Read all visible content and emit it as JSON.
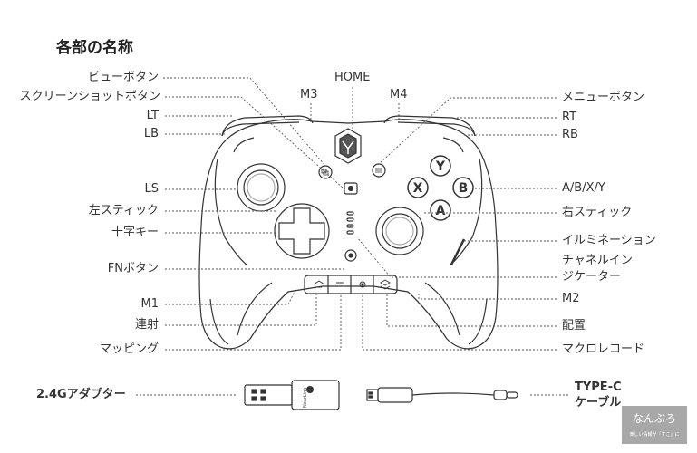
{
  "title": "各部の名称",
  "labels": {
    "view_button": "ビューボタン",
    "screenshot_button": "スクリーンショットボタン",
    "lt": "LT",
    "lb": "LB",
    "m3": "M3",
    "home": "HOME",
    "m4": "M4",
    "menu_button": "メニューボタン",
    "rt": "RT",
    "rb": "RB",
    "ls": "LS",
    "left_stick": "左スティック",
    "dpad": "十字キー",
    "fn_button": "FNボタン",
    "m1": "M1",
    "turbo": "連射",
    "mapping": "マッピング",
    "abxy": "A/B/X/Y",
    "right_stick": "右スティック",
    "illumination": "イルミネーション",
    "channel_indicator_line1": "チャネルイン",
    "channel_indicator_line2": "ジケーター",
    "m2": "M2",
    "layout": "配置",
    "macro_record": "マクロレコード",
    "adapter": "2.4Gアダプター",
    "cable_line1": "TYPE-C",
    "cable_line2": "ケーブル"
  },
  "buttons": {
    "y": "Y",
    "x": "X",
    "b": "B",
    "a": "A"
  },
  "dongle_brand": "NearLink",
  "watermark": {
    "line1": "なんぶろ",
    "line2": "楽しい情報が「すこ」に"
  },
  "colors": {
    "line": "#333333",
    "text": "#333333"
  }
}
